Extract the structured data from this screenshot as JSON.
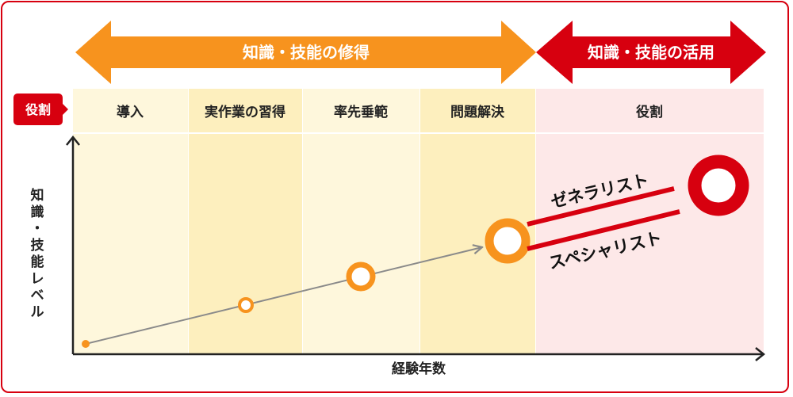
{
  "phases": {
    "acquire": "知識・技能の修得",
    "apply": "知識・技能の活用"
  },
  "role_tag": "役割",
  "columns": [
    "導入",
    "実作業の習得",
    "率先垂範",
    "問題解決",
    "役割"
  ],
  "y_axis": [
    "知",
    "識",
    "・",
    "技",
    "能",
    "レ",
    "ベ",
    "ル"
  ],
  "x_axis": "経験年数",
  "tracks": {
    "generalist": "ゼネラリスト",
    "specialist": "スペシャリスト"
  },
  "colors": {
    "orange": "#f7931e",
    "red": "#d7000f",
    "col_light": "#fef7dc",
    "col_mid": "#fdefbe",
    "role_bg": "#fde8e8",
    "axis": "#222222",
    "trend": "#8a8a8a"
  }
}
